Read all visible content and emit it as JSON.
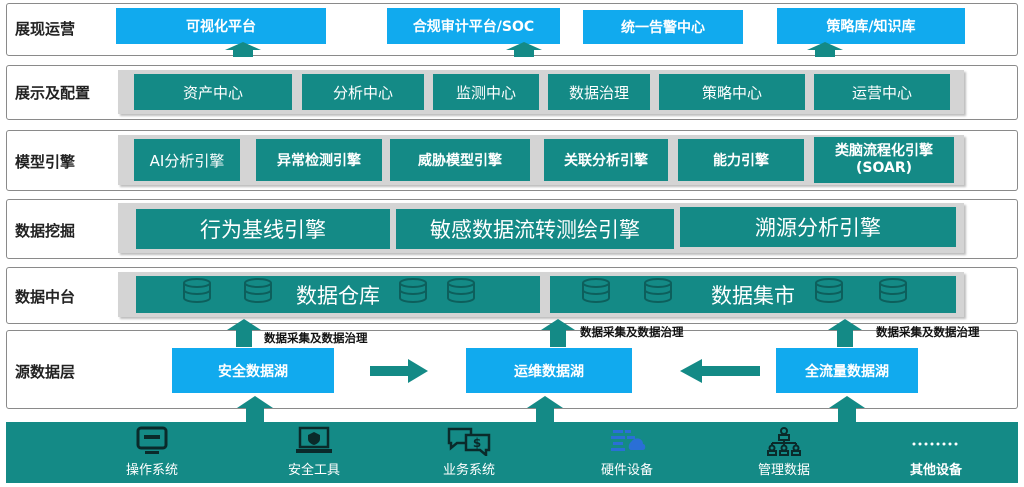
{
  "layers": {
    "l1": "展现运营",
    "l2": "展示及配置",
    "l3": "模型引擎",
    "l4": "数据挖掘",
    "l5": "数据中台",
    "l6": "源数据层"
  },
  "display_ops": [
    "可视化平台",
    "合规审计平台/SOC",
    "统一告警中心",
    "策略库/知识库"
  ],
  "config": [
    "资产中心",
    "分析中心",
    "监测中心",
    "数据治理",
    "策略中心",
    "运营中心"
  ],
  "engines": [
    "AI分析引擎",
    "异常检测引擎",
    "威胁模型引擎",
    "关联分析引擎",
    "能力引擎",
    "类脑流程化引擎",
    "(SOAR)"
  ],
  "mining": [
    "行为基线引擎",
    "敏感数据流转测绘引擎",
    "溯源分析引擎"
  ],
  "middle": [
    "数据仓库",
    "数据集市"
  ],
  "collect_note": "数据采集及数据治理",
  "lakes": [
    "安全数据湖",
    "运维数据湖",
    "全流量数据湖"
  ],
  "sources": [
    "操作系统",
    "安全工具",
    "业务系统",
    "硬件设备",
    "管理数据",
    "其他设备"
  ],
  "source_icons": [
    "monitor-icon",
    "laptop-shield-icon",
    "chat-dollar-icon",
    "hardware-icon",
    "org-chart-icon",
    "dots-icon"
  ],
  "colors": {
    "blue": "#11aaee",
    "teal": "#148a86",
    "tray": "#d4d4d4"
  }
}
